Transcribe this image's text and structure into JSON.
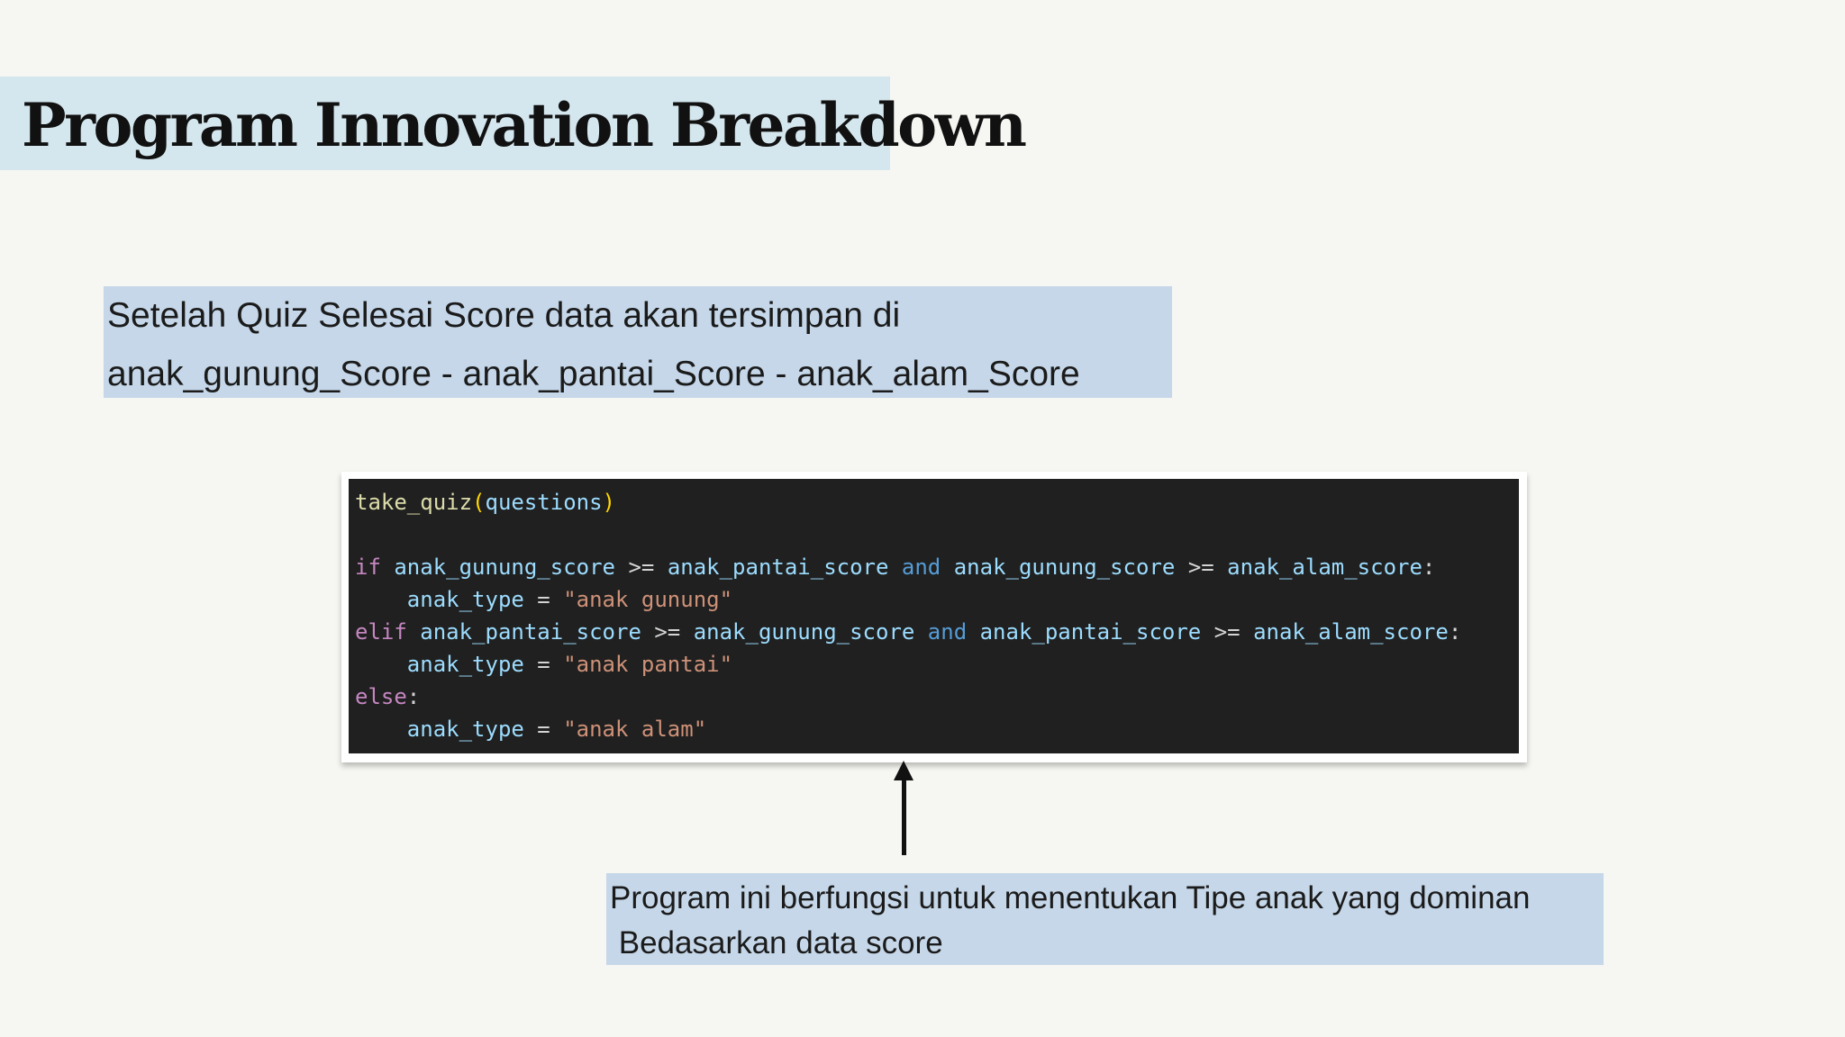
{
  "slide": {
    "title": "Program Innovation Breakdown",
    "note": {
      "line1": "Setelah Quiz Selesai Score data akan tersimpan di",
      "line2": "anak_gunung_Score  - anak_pantai_Score - anak_alam_Score"
    },
    "code": {
      "call_fn": "take_quiz",
      "call_open": "(",
      "call_arg": "questions",
      "call_close": ")",
      "kw_if": "if",
      "kw_elif": "elif",
      "kw_else": "else",
      "kw_and": "and",
      "op_gte": ">=",
      "op_assign": "=",
      "colon": ":",
      "var_gunung": "anak_gunung_score",
      "var_pantai": "anak_pantai_score",
      "var_alam": "anak_alam_score",
      "var_type": "anak_type",
      "str_gunung": "\"anak gunung\"",
      "str_pantai": "\"anak pantai\"",
      "str_alam": "\"anak alam\""
    },
    "description": {
      "line1": "Program ini berfungsi untuk menentukan Tipe anak yang dominan",
      "line2": " Bedasarkan data score"
    }
  }
}
